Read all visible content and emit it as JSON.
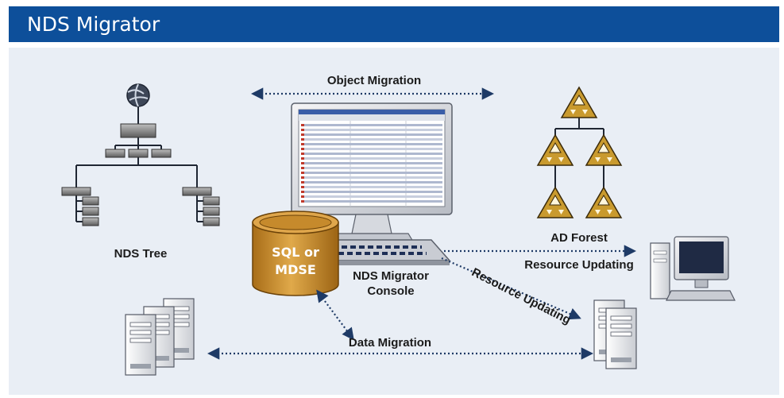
{
  "header": {
    "title": "NDS Migrator"
  },
  "colors": {
    "header_bg": "#0d4f9a",
    "canvas_bg": "#e9eef5",
    "arrow": "#1e3a66",
    "database": "#c8892a",
    "forest_node": "#c99a2e"
  },
  "labels": {
    "object_migration": "Object Migration",
    "nds_tree": "NDS Tree",
    "ad_forest": "AD Forest",
    "sql_line1": "SQL or",
    "sql_line2": "MDSE",
    "console_line1": "NDS Migrator",
    "console_line2": "Console",
    "resource_updating_right": "Resource Updating",
    "resource_updating_diag": "Resource Updating",
    "data_migration": "Data Migration"
  },
  "icons": [
    "globe-icon",
    "tree-node-icon",
    "server-icon",
    "forest-node-icon",
    "database-icon",
    "monitor-icon",
    "keyboard-icon",
    "workstation-icon"
  ]
}
